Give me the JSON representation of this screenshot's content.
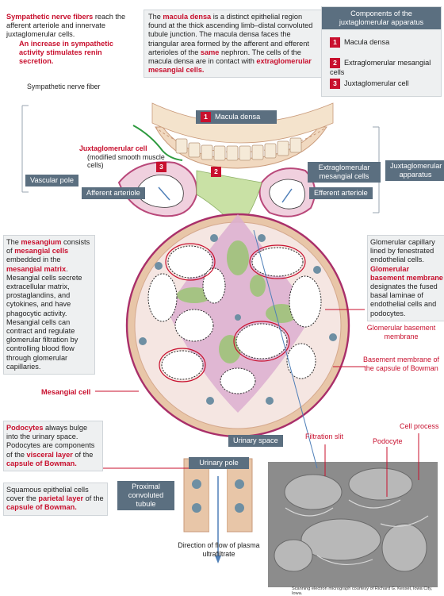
{
  "top_left": {
    "p1": "Sympathetic nerve fibers",
    "p1b": " reach the afferent arteriole and innervate juxtaglomerular cells.",
    "p2": "An increase in sympathetic activity stimulates renin secretion."
  },
  "top_center": {
    "t1": "The ",
    "t2": "macula densa",
    "t3": " is a distinct epithelial region found at the thick ascending limb–distal convoluted tubule junction. The macula densa faces the triangular area formed by the afferent and efferent arterioles of the ",
    "t4": "same",
    "t5": " nephron. The cells of the macula densa are in contact with ",
    "t6": "extraglomerular mesangial cells."
  },
  "legend": {
    "title": "Components of the juxtaglomerular apparatus",
    "items": [
      {
        "num": "1",
        "label": "Macula densa"
      },
      {
        "num": "2",
        "label": "Extraglomerular mesangial cells"
      },
      {
        "num": "3",
        "label": "Juxtaglomerular cell"
      }
    ]
  },
  "labels": {
    "sympathetic_fiber": "Sympathetic nerve fiber",
    "macula_densa_tag": "Macula densa",
    "macula_num": "1",
    "jg_cell_title": "Juxtaglomerular cell",
    "jg_cell_sub": "(modified smooth muscle cells)",
    "jg_num": "3",
    "mes_num": "2",
    "vascular_pole": "Vascular pole",
    "afferent": "Afferent arteriole",
    "extraglom": "Extraglomerular mesangial cells",
    "efferent": "Efferent arteriole",
    "jga": "Juxtaglomerular apparatus",
    "glom_capillary": "Glomerular capillary lined by fenestrated endothelial cells.",
    "gbm_a": "Glomerular basement membrane",
    "gbm_b": " designates the fused  basal laminae of endothelial cells and podocytes.",
    "gbm_label": "Glomerular basement membrane",
    "bowman_bm": "Basement membrane of the capsule of Bowman",
    "mesangial_cell": "Mesangial cell",
    "urinary_space": "Urinary space",
    "urinary_pole": "Urinary pole",
    "proximal": "Proximal convoluted tubule",
    "flow": "Direction of flow of plasma ultrafiltrate",
    "filtration_slit": "Filtration slit",
    "podocyte": "Podocyte",
    "cell_process": "Cell process",
    "credit": "Scanning electron micrograph courtesy of Richard G. Kessel, Iowa City, Iowa."
  },
  "mesangium": {
    "a1": "The ",
    "a2": "mesangium",
    "a3": " consists of ",
    "a4": "mesangial cells",
    "a5": " embedded in the ",
    "a6": "mesangial matrix",
    "a7": ". Mesangial cells secrete extracellular matrix, prostaglandins, and cytokines, and have phagocytic activity. Mesangial cells can contract and regulate glomerular filtration by controlling blood flow through glomerular capillaries."
  },
  "podocytes": {
    "a1": "Podocytes",
    "a2": " always bulge into the urinary space. Podocytes are components of the ",
    "a3": "visceral layer",
    "a4": " of the ",
    "a5": "capsule of Bowman."
  },
  "squamous": {
    "a1": "Squamous epithelial cells cover the ",
    "a2": "parietal layer",
    "a3": " of the ",
    "a4": "capsule of Bowman."
  },
  "colors": {
    "accent_red": "#c8102e",
    "tag_gray": "#5b6f80",
    "capsule": "#e8c6a8",
    "mesangium_pink": "#d9a9c9",
    "mesangial_green": "#9fc47a",
    "nucleus_blue": "#6e8fa3"
  }
}
